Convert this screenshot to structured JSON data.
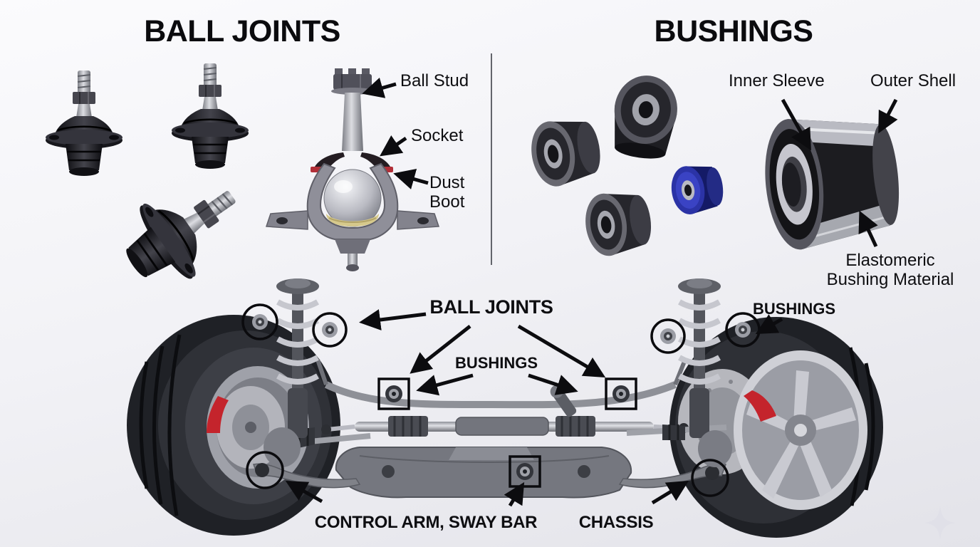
{
  "ball_joints": {
    "title": "BALL JOINTS",
    "labels": {
      "ball_stud": "Ball Stud",
      "socket": "Socket",
      "dust_boot": "Dust\nBoot"
    }
  },
  "bushings": {
    "title": "BUSHINGS",
    "labels": {
      "inner_sleeve": "Inner Sleeve",
      "outer_shell": "Outer Shell",
      "elastomeric": "Elastomeric\nBushing Material"
    }
  },
  "suspension_diagram": {
    "labels": {
      "ball_joints": "BALL JOINTS",
      "bushings_right": "BUSHINGS",
      "bushings_center": "BUSHINGS",
      "control_arm_sway_bar": "CONTROL ARM, SWAY BAR",
      "chassis": "CHASSIS"
    }
  },
  "icons": {
    "sparkle": "✦"
  },
  "colors": {
    "text": "#0e0e11",
    "arrow": "#0c0c0f",
    "divider": "#63656c",
    "blue_bushing": "#2b33a6",
    "caliper_red": "#c4242c",
    "background_top": "#fbfbfd",
    "background_bottom": "#e3e3e9"
  }
}
